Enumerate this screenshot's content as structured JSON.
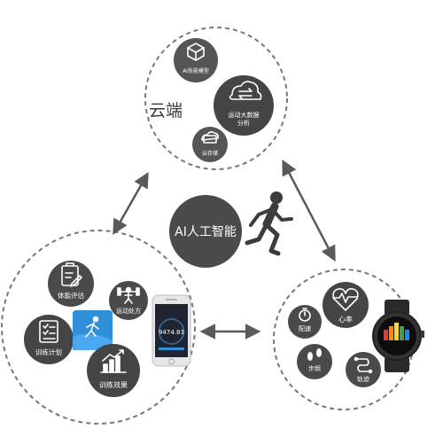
{
  "center": {
    "title": "AI人工智能",
    "icon": "running-man-icon"
  },
  "cloud": {
    "title": "云端",
    "nodes": [
      {
        "label": "AI技能模型",
        "icon": "cube-icon"
      },
      {
        "label_line1": "运动大数据",
        "label_line2": "分析",
        "icon": "cloud-sync-icon"
      },
      {
        "label": "云存储",
        "icon": "cloud-storage-icon"
      }
    ]
  },
  "app": {
    "nodes": [
      {
        "label": "体能评估",
        "icon": "clipboard-edit-icon"
      },
      {
        "label": "运动处方",
        "icon": "barbell-icon"
      },
      {
        "label": "训练计划",
        "icon": "checklist-icon"
      },
      {
        "label": "训练效果",
        "icon": "bar-chart-up-icon"
      }
    ],
    "phone_value": "9474.83",
    "app_tile_icon": "runner-app-icon"
  },
  "watch": {
    "nodes": [
      {
        "label": "配速",
        "icon": "stopwatch-icon"
      },
      {
        "label": "心率",
        "icon": "heart-pulse-icon"
      },
      {
        "label": "步频",
        "icon": "footprints-icon"
      },
      {
        "label": "轨迹",
        "icon": "route-icon"
      }
    ],
    "device_icon": "smartwatch-icon"
  },
  "colors": {
    "node_dark": "#454545",
    "node_mid": "#555555",
    "arrow": "#5a5a5a",
    "dash": "#777777",
    "app_blue": "#2f8fd8"
  }
}
